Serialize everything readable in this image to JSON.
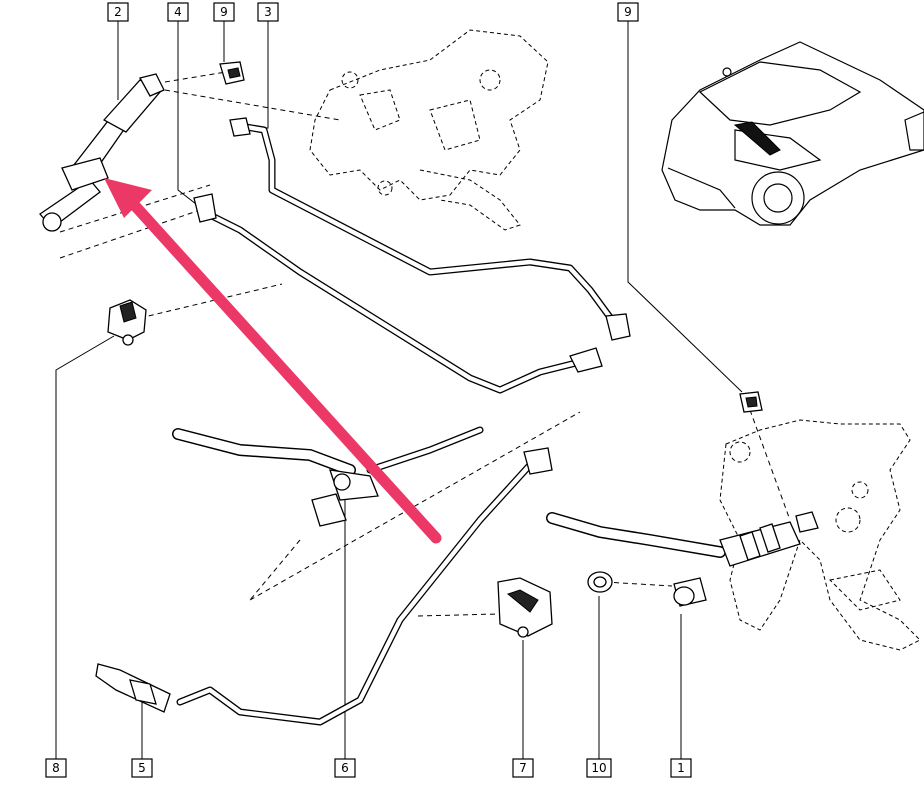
{
  "callouts": {
    "c2": "2",
    "c4": "4",
    "c9a": "9",
    "c3": "3",
    "c9b": "9",
    "c8": "8",
    "c5": "5",
    "c6": "6",
    "c7": "7",
    "c10": "10",
    "c1": "1"
  },
  "colors": {
    "line": "#000000",
    "background": "#ffffff",
    "highlight_arrow": "#ec3866"
  },
  "icons": {
    "car": "car-front-three-quarter-icon",
    "pedal_assembly": "pedal-assembly-icon"
  }
}
